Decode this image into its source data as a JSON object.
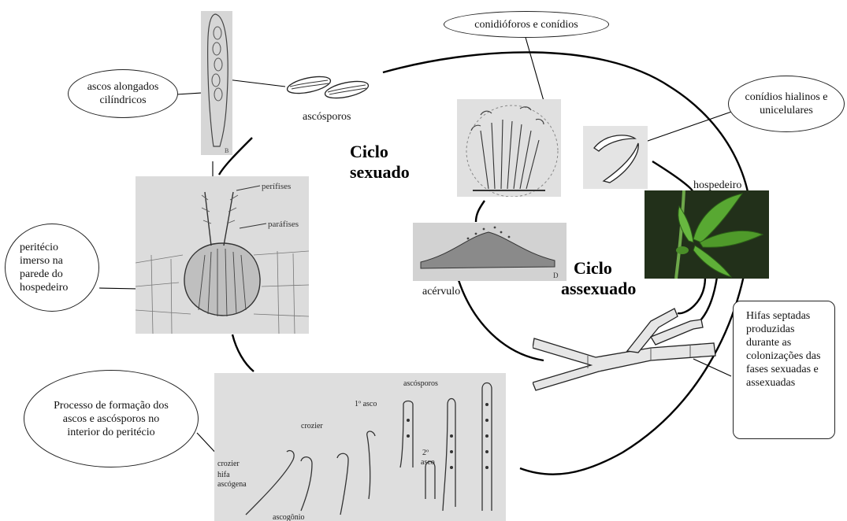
{
  "callouts": {
    "ascos_alongados": "ascos alongados cilíndricos",
    "conidioforos": "conidióforos e conídios",
    "conidios_hialinos": "conídios hialinos e unicelulares",
    "peritecio": "peritécio imerso na parede do hospedeiro",
    "processo": "Processo de formação dos ascos e ascósporos no interior do peritécio",
    "hifas": "Hifas septadas produzidas durante as colonizações das fases sexuadas e assexuadas"
  },
  "cycles": {
    "sexual_line1": "Ciclo",
    "sexual_line2": "sexuado",
    "asexual_line1": "Ciclo",
    "asexual_line2": "assexuado"
  },
  "labels": {
    "ascosporos": "ascósporos",
    "hospedeiro": "hospedeiro",
    "acervulo": "acérvulo"
  },
  "drawing_text": {
    "perifises": "perífises",
    "parafises": "paráfises",
    "ascosporos_small": "ascósporos",
    "primeiro_asco": "1º asco",
    "segundo_asco_a": "2º",
    "segundo_asco_b": "asco",
    "crozier_a": "crozier",
    "crozier_b": "crozier",
    "hifa": "hifa",
    "ascogena": "ascógena",
    "ascogonio": "ascogônio",
    "letter_b": "B",
    "letter_d": "D"
  },
  "colors": {
    "leaf": "#4f9a2a",
    "leaf_dark": "#2c5e18",
    "background_leaf": "#1c2a14",
    "sketch_paper": "#e2e2e2"
  }
}
